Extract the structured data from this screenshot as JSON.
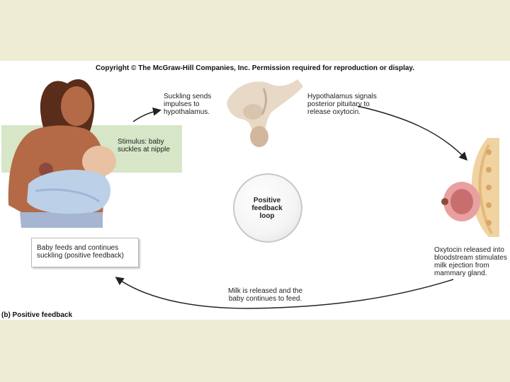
{
  "copyright": "Copyright © The McGraw-Hill Companies, Inc. Permission required for reproduction or display.",
  "labels": {
    "suckling": "Suckling sends\nimpulses to\nhypothalamus.",
    "hypothalamus": "Hypothalamus signals\nposterior pituitary to\nrelease oxytocin.",
    "stimulus": "Stimulus: baby\nsuckles at nipple",
    "oxytocin": "Oxytocin released into\nbloodstream stimulates\nmilk ejection from\nmammary gland.",
    "milk": "Milk is released and the\nbaby continues to feed.",
    "baby_feeds": "Baby feeds and continues\nsuckling (positive feedback)",
    "loop": "Positive\nfeedback\nloop"
  },
  "caption": "(b) Positive feedback",
  "colors": {
    "background": "#eeecd3",
    "stimulus_box": "#d7e6c7",
    "skin": "#b46a47",
    "blanket": "#bcd0e8",
    "gland": "#e8a0a0"
  }
}
